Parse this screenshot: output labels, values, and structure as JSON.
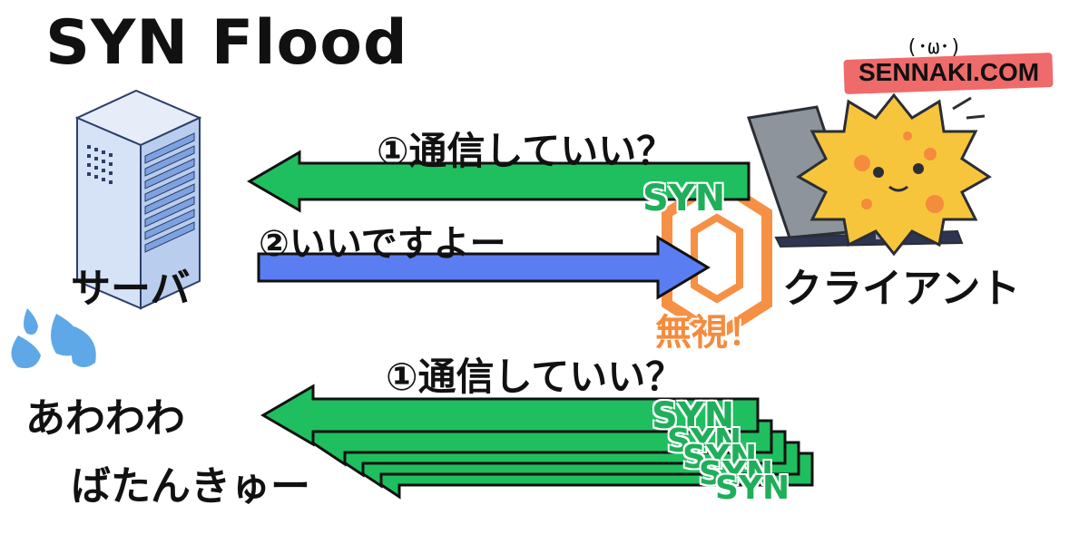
{
  "title": "SYN Flood",
  "brand": {
    "face": "(･ω･)",
    "site": "SENNAKI.COM"
  },
  "nodes": {
    "server_label": "サーバ",
    "client_label": "クライアント"
  },
  "exchange_top": {
    "request_text": "①通信していい？",
    "request_tag": "SYN",
    "reply_text": "②いいですよー",
    "ignore_text": "無視！"
  },
  "exchange_bottom": {
    "request_text": "①通信していい？",
    "request_tag": "SYN",
    "flood_tags": [
      "SYN",
      "SYN",
      "SYN",
      "SYN"
    ]
  },
  "panic": {
    "line1": "あわわわ",
    "line2": "ばたんきゅー"
  },
  "icons": [
    "server-icon",
    "laptop-icon",
    "sun-mascot-icon",
    "sweat-drops-icon",
    "hexagon-stamp-icon"
  ],
  "colors": {
    "syn_arrow": "#1fbf5f",
    "reply_arrow": "#5a7df2",
    "stamp": "#f58b3c",
    "brand": "#ef6a6a"
  }
}
